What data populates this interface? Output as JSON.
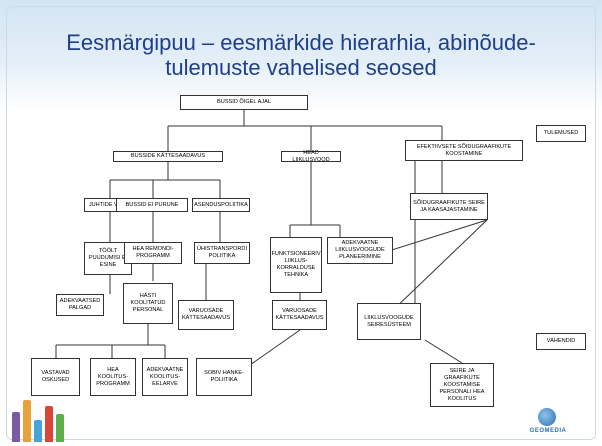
{
  "slide": {
    "title_line1": "Eesmärgipuu – eesmärkide hierarhia, abinõude-",
    "title_line2": "tulemuste vahelised seosed",
    "accent_color": "#1f3f86"
  },
  "nodes": {
    "root": "BUSSID ÕIGEL AJAL",
    "tulemused": "TULEMUSED",
    "vahendid": "VAHENDID",
    "kattesaadavus": "BUSSIDE  KÄTTESAADAVUS",
    "liiklusvood": "HEAD LIIKLUSVOOD",
    "efektiivsete": "EFEKTIIVSETE SÕIDUGRAAFIKUTE\nKOOSTAMINE",
    "juhtide_varu": "JUHTIDE VARU",
    "bussid_ei_purune": "BUSSID EI PURUNE",
    "asendus": "ASENDUSPOLIITIKA",
    "toolt": "TÖÖLT\nPUUDUMISI EI\nESINE",
    "remondi": "HEA REMONDI-\nPROGRAMM",
    "uhistransport": "ÜHISTRANSPORDI\nPOLIITIKA",
    "funktsioneeriv": "FUNKTSIONEERIV\nLIIKLUS-\nKORRALDUSE\nTEHNIKA",
    "planeerimine": "ADEKVAATNE\nLIIKLUSVOOGUDE\nPLANEERIMINE",
    "seire": "SÕIDUGRAAFIKUTE SEIRE\nJA KAASAJASTAMINE",
    "palgad": "ADEKVAATSED\nPALGAD",
    "koolitatud": "HÄSTI\nKOOLITATUD\nPERSONAL",
    "varuosade_kattesaadavus": "VARUOSADE\nKÄTTESAADAVUS",
    "varuosade_kattesaadavus2": "VARUOSADE\nKÄTTESAADAVUS",
    "seiresusteem": "LIIKLUSVOOGUDE\nSEIRESÜSTEEM",
    "oskused": "VASTAVAD\nOSKUSED",
    "koolitusprogramm": "HEA\nKOOLITUS-\nPROGRAMM",
    "eelarve": "ADEKVAATNE\nKOOLITUS-\nEELARVE",
    "hankepoliitika": "SOBIV HANKE-\nPOLIITIKA",
    "graafikute": "SEIRE JA GRAAFIKUTE\nKOOSTAMISE\nPERSONALI  HEA\nKOOLITUS"
  },
  "logo": {
    "text": "GEOMEDIA",
    "icon": "globe-icon"
  },
  "colors": {
    "bar1": "#7b5aa6",
    "bar2": "#e8a23a",
    "bar3": "#4aa3d8",
    "bar4": "#d9473b",
    "bar5": "#5cae4a"
  }
}
